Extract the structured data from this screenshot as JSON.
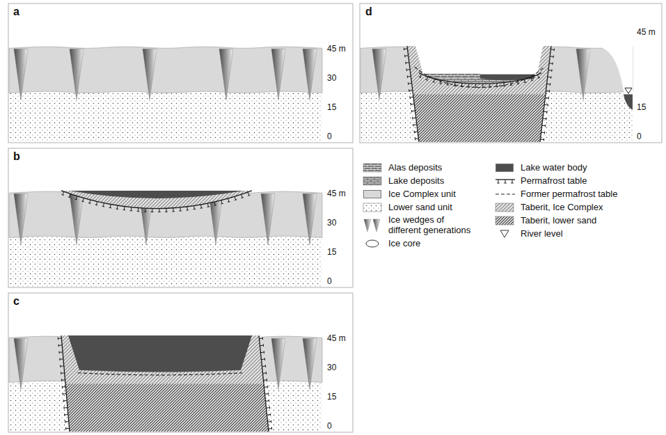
{
  "diagram": {
    "labels": [
      "a",
      "45 m",
      "30",
      "15",
      "0",
      "d",
      "45 m",
      "15",
      "0",
      "b",
      "45 m",
      "30",
      "15",
      "0",
      "c",
      "45 m",
      "30",
      "15",
      "0"
    ],
    "legend": [
      {
        "text": "Alas deposits"
      },
      {
        "text": "Lake deposits"
      },
      {
        "text": "Ice Complex unit",
        "color": "#d9d9d9"
      },
      {
        "text": "Lower sand unit"
      },
      {
        "text": "Ice wedges of different generations"
      },
      {
        "text": "Ice core"
      },
      {
        "text": "Lake water body",
        "color": "#4d4d4d"
      },
      {
        "text": "Permafrost table"
      },
      {
        "text": "Former permafrost table"
      },
      {
        "text": "Taberit, Ice Complex"
      },
      {
        "text": "Taberit, lower sand"
      },
      {
        "text": "River level"
      }
    ]
  }
}
